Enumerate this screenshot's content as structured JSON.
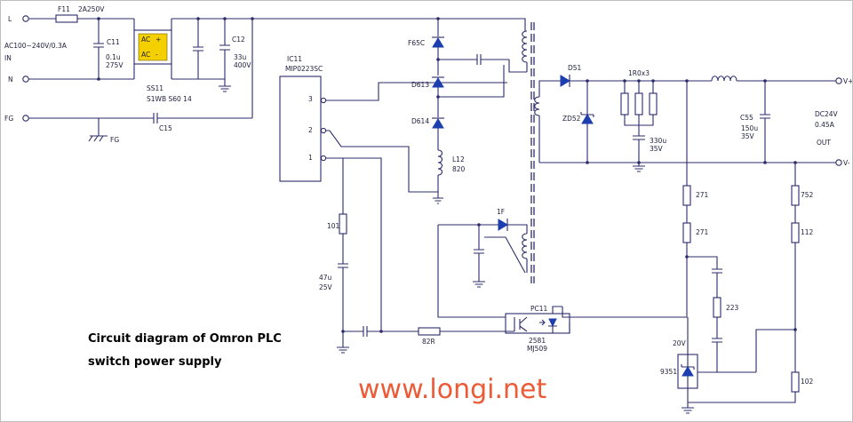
{
  "caption": {
    "line1": "Circuit diagram of Omron PLC",
    "line2": "switch power supply"
  },
  "website": "www.longi.net",
  "terminals": {
    "l": "L",
    "n": "N",
    "fg": "FG",
    "input_rating": "AC100~240V/0.3A",
    "input_label": "IN",
    "fg_ground": "FG",
    "v_plus": "V+",
    "v_minus": "V-",
    "output_rating_1": "DC24V",
    "output_rating_2": "0.45A",
    "output_label": "OUT"
  },
  "components": {
    "f11": "F11",
    "f11_value": "2A250V",
    "c11": "C11",
    "c11_value_1": "0.1u",
    "c11_value_2": "275V",
    "ss11": "SS11",
    "ss11_value": "S1WB S60 14",
    "c12": "C12",
    "c12_value_1": "33u",
    "c12_value_2": "400V",
    "c15": "C15",
    "ic11": "IC11",
    "ic11_part": "MIP0223SC",
    "ic_pin_3": "3",
    "ic_pin_2": "2",
    "ic_pin_1": "1",
    "f65c": "F65C",
    "d613": "D613",
    "d614": "D614",
    "l12": "L12",
    "l12_value": "820",
    "d51": "D51",
    "zd52": "ZD52",
    "r_bank": "1R0x3",
    "c_330u_1": "330u",
    "c_330u_2": "35V",
    "c55": "C55",
    "c55_value_1": "150u",
    "c55_value_2": "35V",
    "r_101": "101",
    "c_47u_1": "47u",
    "c_47u_2": "25V",
    "d_1f": "1F",
    "r_82r": "82R",
    "pc11": "PC11",
    "pc11_value_1": "2581",
    "pc11_value_2": "MJ509",
    "r_271_a": "271",
    "r_271_b": "271",
    "c_223": "223",
    "zd_20v": "20V",
    "u_9351": "9351",
    "r_752": "752",
    "r_112": "112",
    "r_102": "102"
  }
}
